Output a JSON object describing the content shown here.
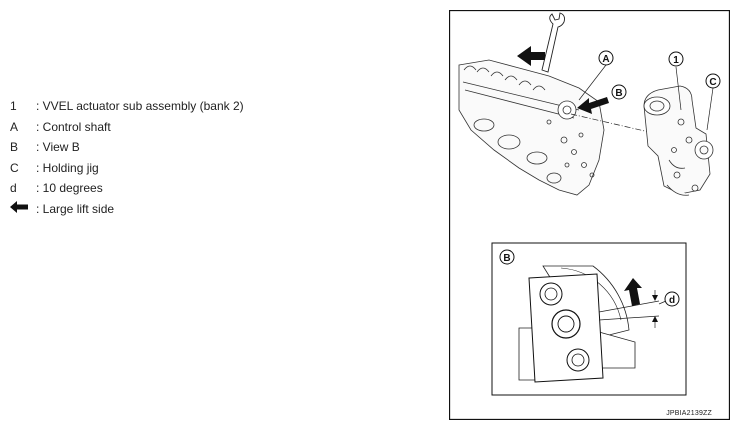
{
  "legend": [
    {
      "key": "1",
      "text": ": VVEL actuator sub assembly (bank 2)"
    },
    {
      "key": "A",
      "text": ": Control shaft"
    },
    {
      "key": "B",
      "text": ": View B"
    },
    {
      "key": "C",
      "text": ": Holding jig"
    },
    {
      "key": "d",
      "text": ": 10 degrees"
    },
    {
      "key": "arrow-left-icon",
      "text": ": Large lift side"
    }
  ],
  "callouts": {
    "one": "1",
    "a": "A",
    "b": "B",
    "c": "C",
    "b_inset": "B",
    "d": "d"
  },
  "figure_code": "JPBIA2139ZZ"
}
